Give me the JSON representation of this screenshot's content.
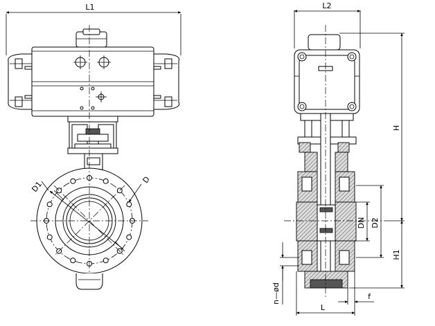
{
  "labels": {
    "L1": "L1",
    "L2": "L2",
    "H": "H",
    "H1": "H1",
    "D1": "D1",
    "D": "D",
    "DN": "DN",
    "D2": "D2",
    "L": "L",
    "f": "f",
    "n_phi_d": "n—ød"
  }
}
